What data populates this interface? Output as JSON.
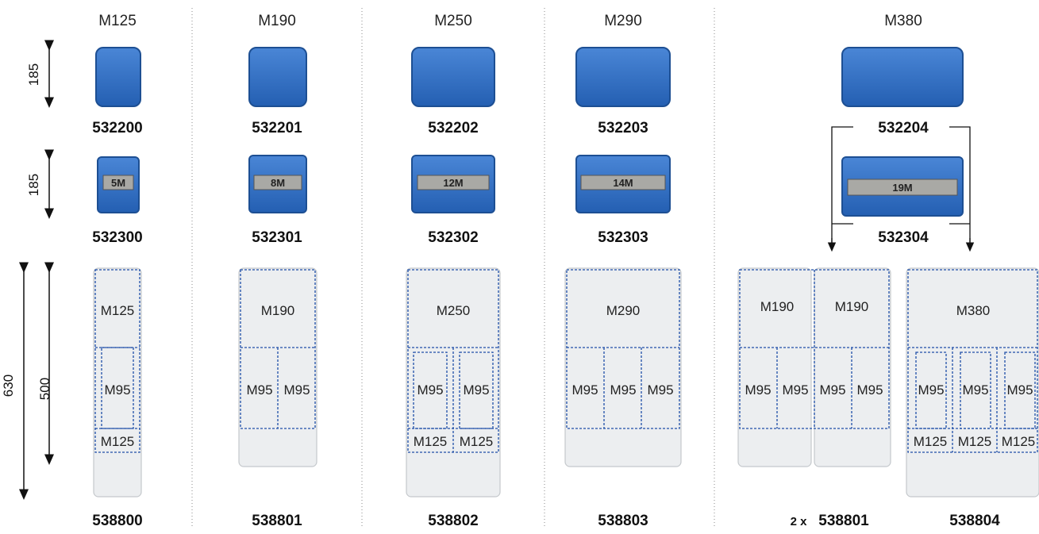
{
  "dimensions": {
    "cover": "185",
    "window": "185",
    "plate_outer": "630",
    "plate_inner": "500"
  },
  "columns": [
    {
      "model": "M125",
      "cover_code": "532200",
      "window_code": "532300",
      "window_label": "5M",
      "plate_code": "538800",
      "plate_top": "M125",
      "plate_slots": [
        "M95"
      ],
      "plate_bottom": "M125"
    },
    {
      "model": "M190",
      "cover_code": "532201",
      "window_code": "532301",
      "window_label": "8M",
      "plate_code": "538801",
      "plate_top": "M190",
      "plate_slots": [
        "M95",
        "M95"
      ]
    },
    {
      "model": "M250",
      "cover_code": "532202",
      "window_code": "532302",
      "window_label": "12M",
      "plate_code": "538802",
      "plate_top": "M250",
      "plate_slots": [
        "M95",
        "M95"
      ],
      "plate_bottom": [
        "M125",
        "M125"
      ]
    },
    {
      "model": "M290",
      "cover_code": "532203",
      "window_code": "532303",
      "window_label": "14M",
      "plate_code": "538803",
      "plate_top": "M290",
      "plate_slots": [
        "M95",
        "M95",
        "M95"
      ]
    },
    {
      "model": "M380",
      "cover_code": "532204",
      "window_code": "532304",
      "window_label": "19M",
      "plate_code_a_prefix": "2 x",
      "plate_code_a": "538801",
      "plate_code_b": "538804",
      "plate_a_top": [
        "M190",
        "M190"
      ],
      "plate_a_slots": [
        "M95",
        "M95",
        "M95",
        "M95"
      ],
      "plate_b_top": "M380",
      "plate_b_slots": [
        "M95",
        "M95",
        "M95"
      ],
      "plate_b_bottom": [
        "M125",
        "M125",
        "M125"
      ]
    }
  ],
  "colors": {
    "cover_blue": "#2f6fc0",
    "dash_blue": "#1f4fa8",
    "plate_gray": "#eceef0",
    "label_gray": "#a9a9a5"
  }
}
